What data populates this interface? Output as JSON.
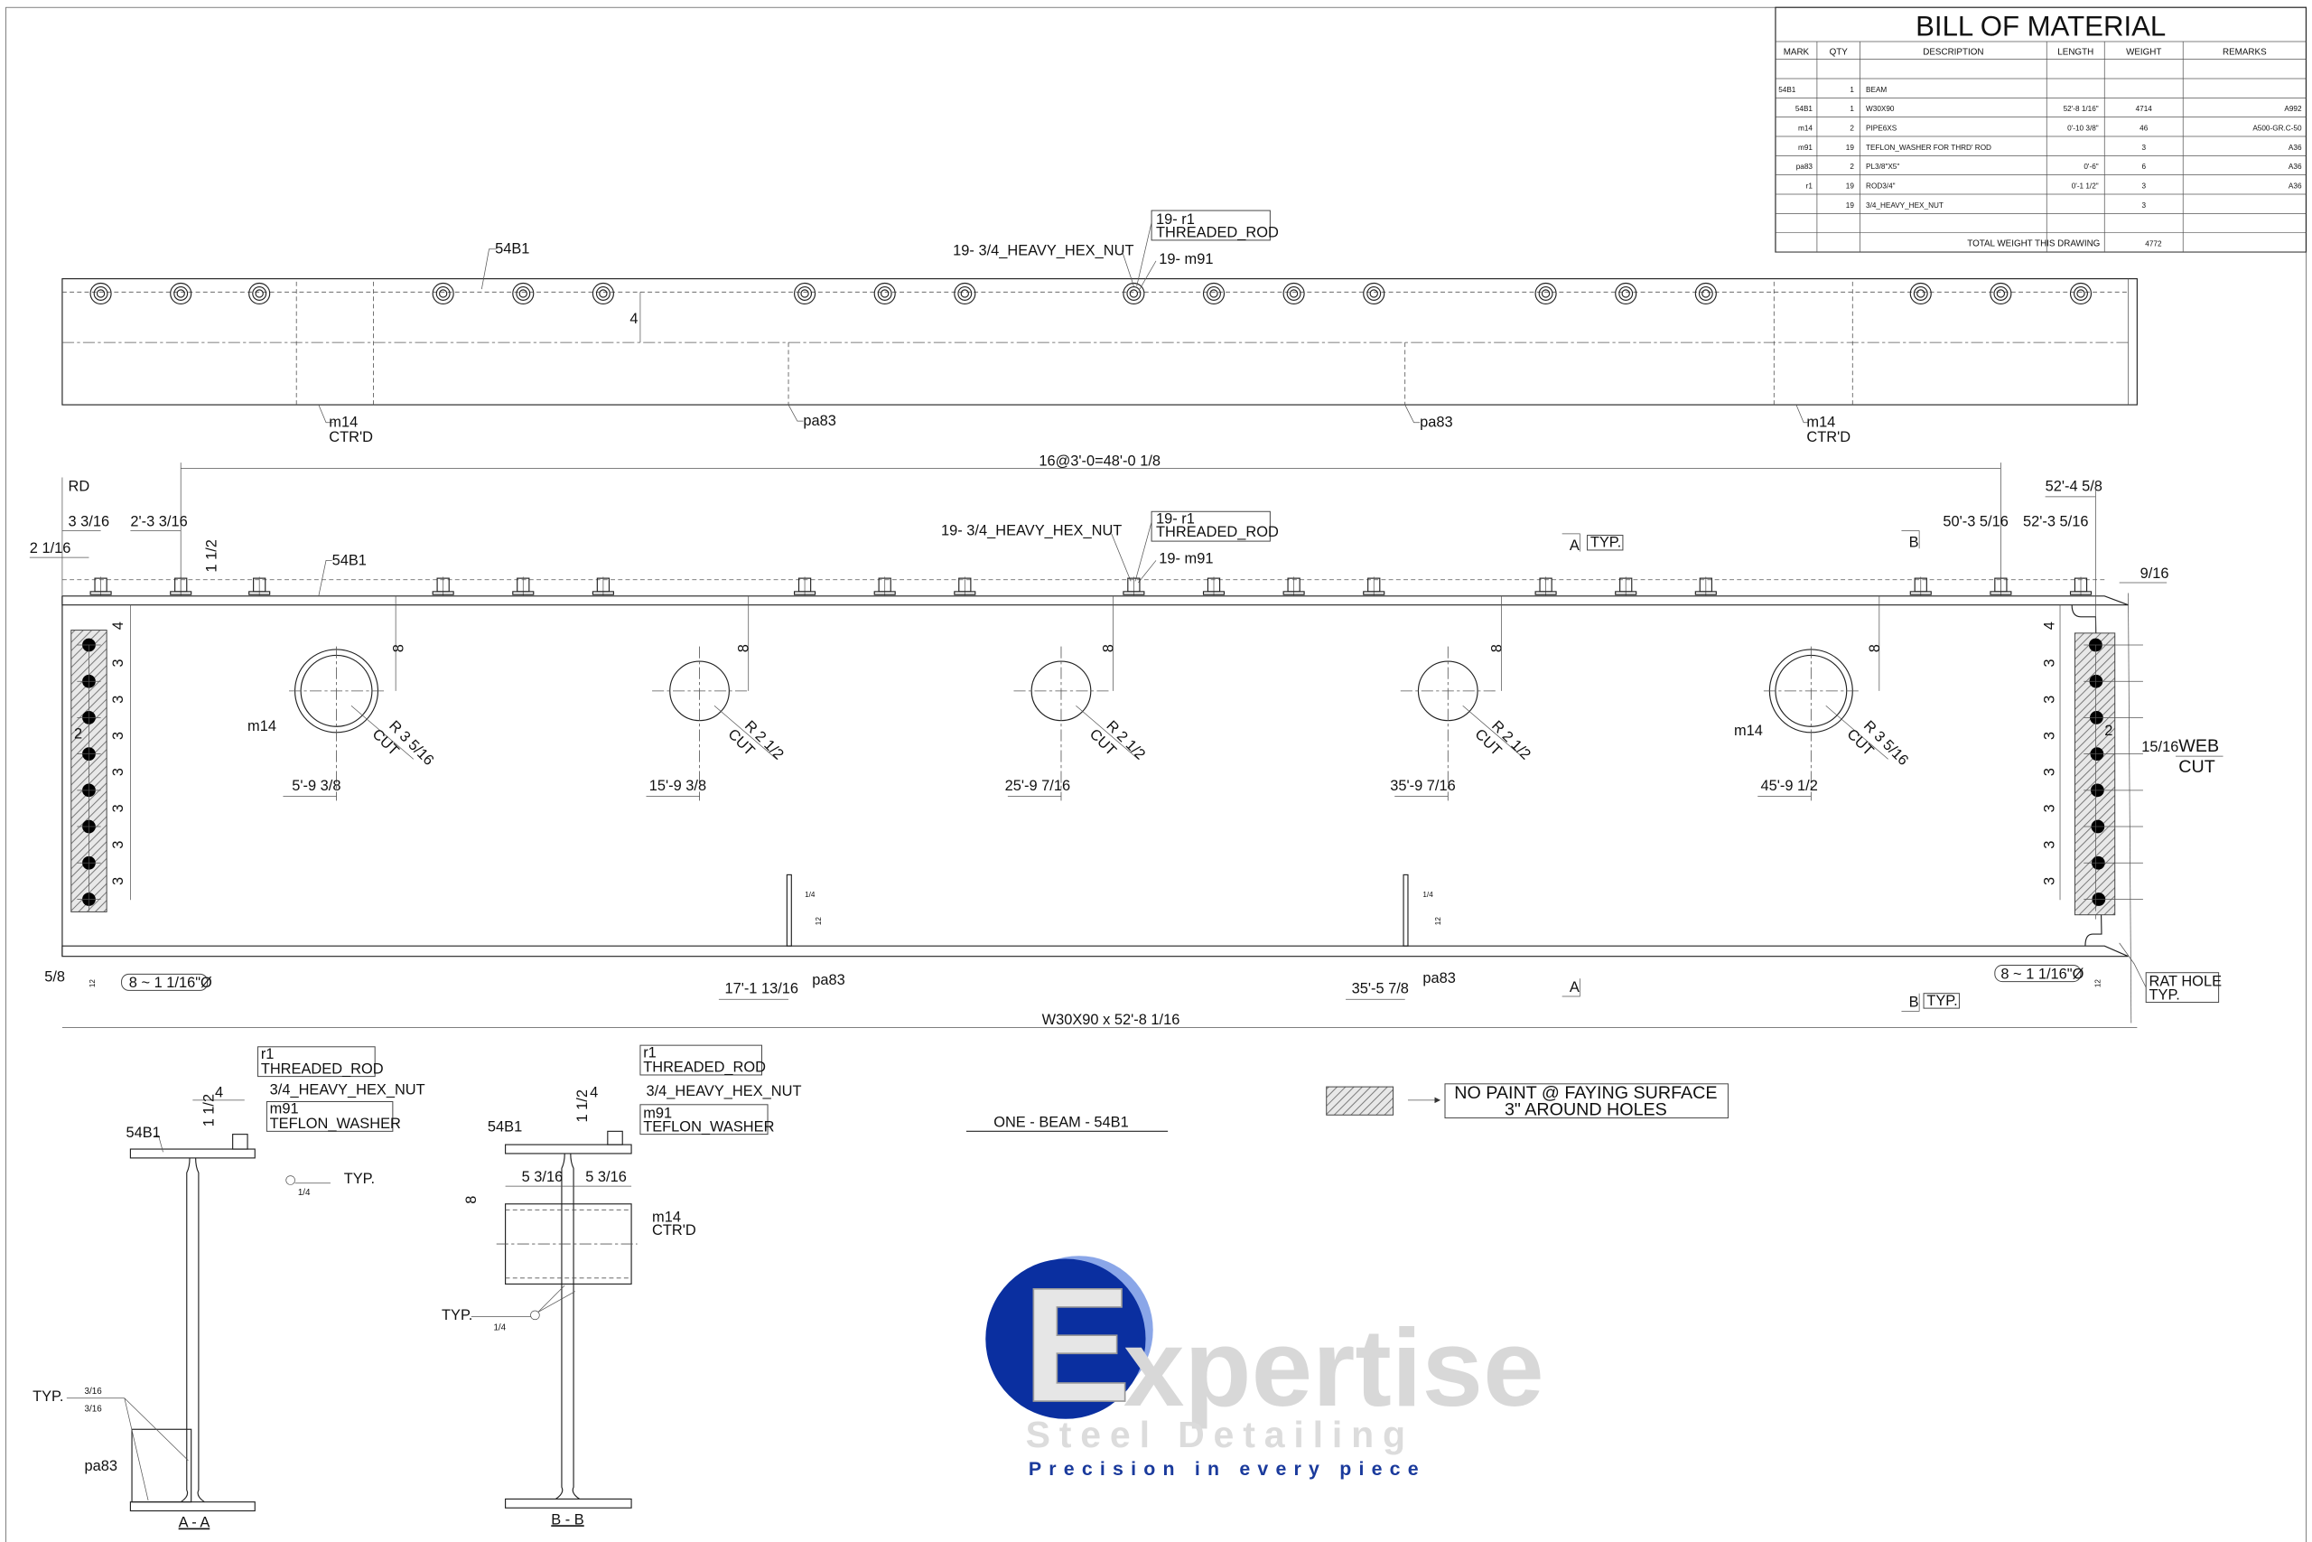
{
  "bom": {
    "title": "BILL OF MATERIAL",
    "headers": [
      "MARK",
      "QTY",
      "DESCRIPTION",
      "LENGTH",
      "WEIGHT",
      "REMARKS"
    ],
    "rows": [
      [
        "54B1",
        "1",
        "BEAM",
        "",
        "",
        ""
      ],
      [
        "54B1",
        "1",
        "W30X90",
        "52'-8 1/16\"",
        "4714",
        "A992"
      ],
      [
        "m14",
        "2",
        "PIPE6XS",
        "0'-10 3/8\"",
        "46",
        "A500-GR.C-50"
      ],
      [
        "m91",
        "19",
        "TEFLON_WASHER FOR THRD' ROD",
        "",
        "3",
        "A36"
      ],
      [
        "pa83",
        "2",
        "PL3/8\"X5\"",
        "0'-6\"",
        "6",
        "A36"
      ],
      [
        "r1",
        "19",
        "ROD3/4\"",
        "0'-1 1/2\"",
        "3",
        "A36"
      ],
      [
        "",
        "19",
        "3/4_HEAVY_HEX_NUT",
        "",
        "3",
        ""
      ]
    ],
    "total_label": "TOTAL WEIGHT THIS DRAWING",
    "total_weight": "4772"
  },
  "plan": {
    "mark": "54B1",
    "nut": "19- 3/4_HEAVY_HEX_NUT",
    "rod_qty": "19- r1",
    "rod": "THREADED_ROD",
    "washer": "19- m91",
    "dim_4": "4",
    "pipe": "m14",
    "ctrd": "CTR'D",
    "plate": "pa83",
    "bolt_count": 19
  },
  "elevation": {
    "rd": "RD",
    "d_3_3_16": "3 3/16",
    "d_2_3_3_16": "2'-3 3/16",
    "d_2_1_16": "2 1/16",
    "d_1_1_2": "1 1/2",
    "mark": "54B1",
    "spacing": "16@3'-0=48'-0 1/8",
    "nut": "19- 3/4_HEAVY_HEX_NUT",
    "rod_qty": "19- r1",
    "rod": "THREADED_ROD",
    "washer": "19- m91",
    "sec_a": "A",
    "sec_b": "B",
    "typ": "TYP.",
    "d_50_3_5_16": "50'-3 5/16",
    "d_52_3_5_16": "52'-3 5/16",
    "d_52_4_5_8": "52'-4 5/8",
    "d_9_16": "9/16",
    "edge_4": "4",
    "pitch_3": "3",
    "gauge_2": "2",
    "depth_8": "8",
    "pipe": "m14",
    "r_large": "R 3 5/16",
    "r_small": "R 2 1/2",
    "cut": "CUT",
    "hole_locs": [
      "5'-9 3/8",
      "15'-9 3/8",
      "25'-9 7/16",
      "35'-9 7/16",
      "45'-9 1/2"
    ],
    "web_cut_dim": "15/16",
    "web": "WEB",
    "plate": "pa83",
    "plate_loc_1": "17'-1 13/16",
    "plate_loc_2": "35'-5 7/8",
    "weld_1_4": "1/4",
    "weld_12": "12",
    "d_5_8": "5/8",
    "holes": "8 ~ 1 1/16\"Ø",
    "rat_hole": "RAT HOLE",
    "overall": "W30X90 x 52'-8 1/16",
    "hole_count": 8
  },
  "section_a": {
    "title": "A - A",
    "dim_4": "4",
    "dim_1_1_2": "1 1/2",
    "mark": "54B1",
    "rod_mark": "r1",
    "rod": "THREADED_ROD",
    "nut": "3/4_HEAVY_HEX_NUT",
    "washer_mark": "m91",
    "washer": "TEFLON_WASHER",
    "weld": "1/4",
    "typ": "TYP.",
    "weld_3_16": "3/16",
    "plate": "pa83"
  },
  "section_b": {
    "title": "B - B",
    "dim_4": "4",
    "dim_1_1_2": "1 1/2",
    "mark": "54B1",
    "rod_mark": "r1",
    "rod": "THREADED_ROD",
    "nut": "3/4_HEAVY_HEX_NUT",
    "washer_mark": "m91",
    "washer": "TEFLON_WASHER",
    "dim_5_3_16": "5 3/16",
    "dim_8": "8",
    "pipe": "m14",
    "ctrd": "CTR'D",
    "typ": "TYP.",
    "weld": "1/4"
  },
  "notes": {
    "sheet_title": "ONE - BEAM - 54B1",
    "legend_line1": "NO PAINT @ FAYING SURFACE",
    "legend_line2": "3\" AROUND HOLES"
  },
  "logo": {
    "letter": "E",
    "word": "xpertise",
    "sub": "Steel Detailing",
    "tagline": "Precision in every piece",
    "colors": {
      "blue": "#0a2fa0",
      "light_blue": "#8aa6e8",
      "gray": "#d6d6d6",
      "tag": "#1a3a9c"
    }
  }
}
